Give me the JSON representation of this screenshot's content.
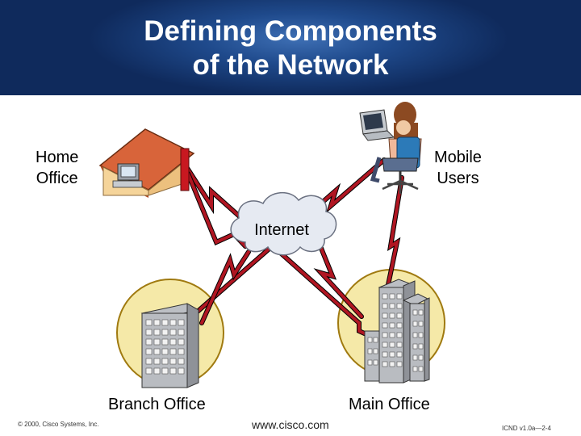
{
  "title": {
    "line1": "Defining Components",
    "line2": "of the Network"
  },
  "labels": {
    "home": {
      "line1": "Home",
      "line2": "Office"
    },
    "mobile": {
      "line1": "Mobile",
      "line2": "Users"
    },
    "internet": "Internet",
    "branch": "Branch Office",
    "main": "Main Office"
  },
  "footer": {
    "copyright": "© 2000, Cisco Systems, Inc.",
    "url": "www.cisco.com",
    "code": "ICND v1.0a—2-4"
  },
  "colors": {
    "header": "#1f4a8c",
    "link_red": "#b01622",
    "site_circle": "#f5e9a8",
    "cloud": "#e6eaf2"
  }
}
